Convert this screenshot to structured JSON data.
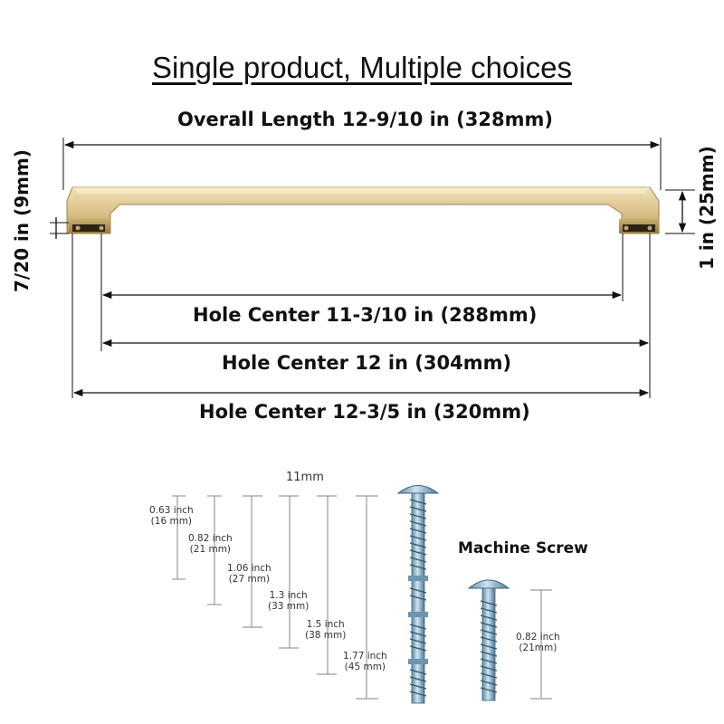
{
  "title": "Single product, Multiple choices",
  "overall_length": "Overall Length 12-9/10 in (328mm)",
  "hole_centers": [
    "Hole Center 11-3/10 in (288mm)",
    "Hole Center 12 in (304mm)",
    "Hole Center 12-3/5 in (320mm)"
  ],
  "height_left": "7/20 in (9mm)",
  "height_right": "1 in (25mm)",
  "screw_width": "11mm",
  "screw_lengths": [
    {
      "inch": "0.63 inch",
      "mm": "(16 mm)"
    },
    {
      "inch": "0.82 inch",
      "mm": "(21 mm)"
    },
    {
      "inch": "1.06 inch",
      "mm": "(27 mm)"
    },
    {
      "inch": "1.3 inch",
      "mm": "(33 mm)"
    },
    {
      "inch": "1.5 inch",
      "mm": "(38 mm)"
    },
    {
      "inch": "1.77 inch",
      "mm": "(45 mm)"
    }
  ],
  "machine_screw": "Machine Screw",
  "machine_screw_length": {
    "inch": "0.82 inch",
    "mm": "(21mm)"
  },
  "colors": {
    "gold": "#d8c08a",
    "gold_dark": "#a88a4c",
    "steel": "#8fb3c9"
  }
}
